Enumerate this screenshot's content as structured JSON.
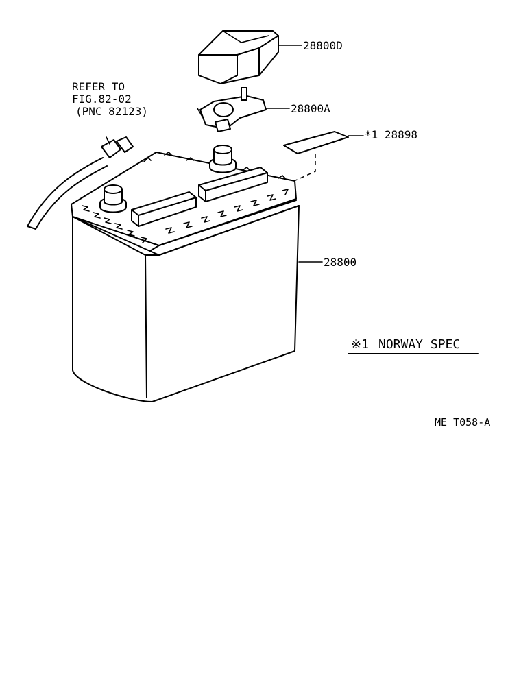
{
  "callouts": {
    "refer_line1": "REFER TO",
    "refer_line2": "FIG.82-02",
    "refer_line3": "(PNC 82123)",
    "cover_part": "28800D",
    "clamp_part": "28800A",
    "label_part": "*1 28898",
    "battery_part": "28800"
  },
  "note": {
    "mark": "※1",
    "text": "NORWAY SPEC"
  },
  "figure_code": "ME  T058-A"
}
